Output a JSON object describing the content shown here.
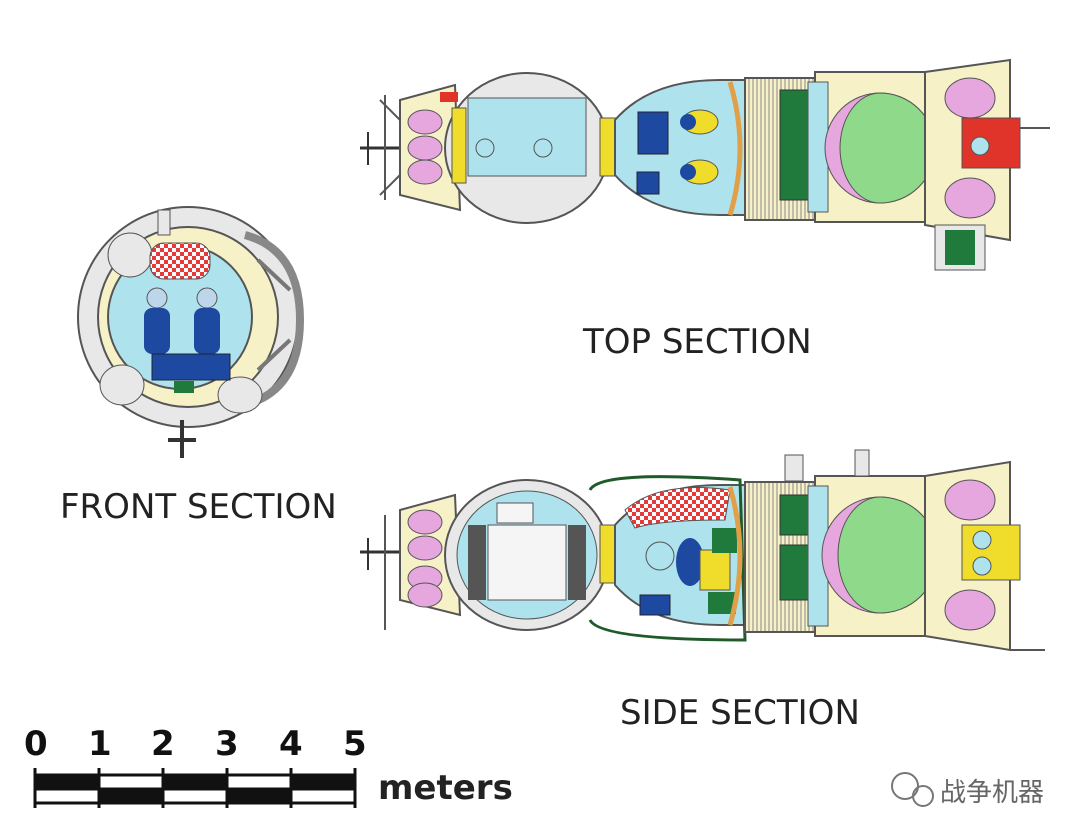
{
  "labels": {
    "top": "TOP SECTION",
    "front": "FRONT SECTION",
    "side": "SIDE SECTION"
  },
  "scale": {
    "ticks": [
      "0",
      "1",
      "2",
      "3",
      "4",
      "5"
    ],
    "unit": "meters"
  },
  "watermark": "战争机器",
  "colors": {
    "cyan": "#aee3ee",
    "pink": "#e6a6de",
    "green": "#8fd98a",
    "cream": "#f7f1c8",
    "blue": "#1d4aa0",
    "red": "#e0332a",
    "yellow": "#f0dc2a",
    "grey": "#e8e8e8",
    "darkgreen": "#1f7a3b"
  }
}
